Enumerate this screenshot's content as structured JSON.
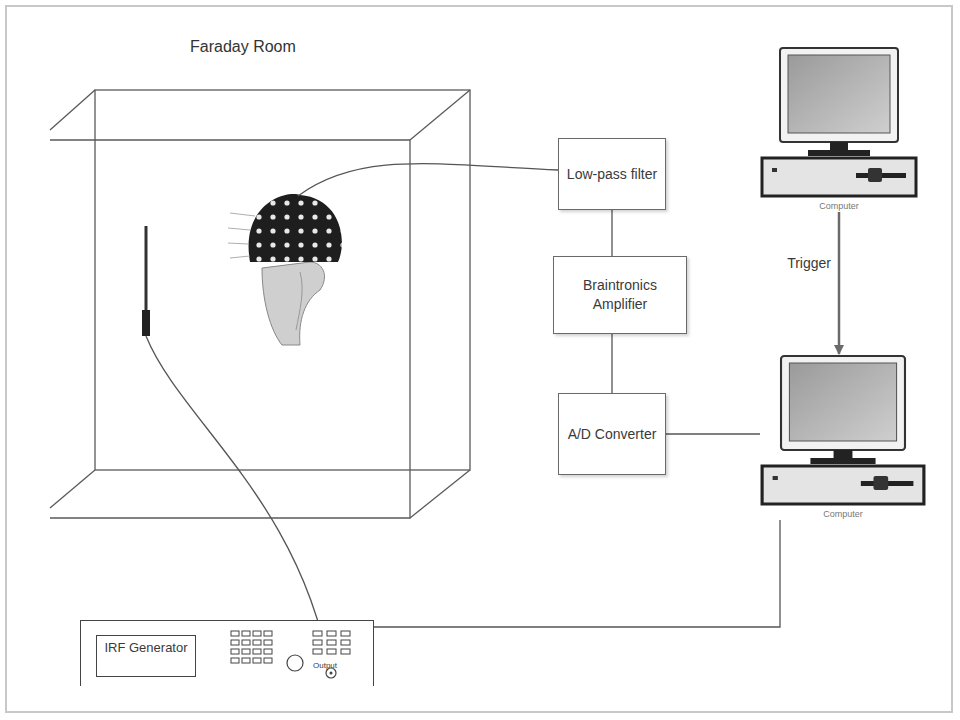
{
  "diagram": {
    "nodes": [
      {
        "text": [
          "Faraday Room"
        ]
      },
      {
        "text": [
          "Low-pass filter"
        ]
      },
      {
        "text": [
          "Braintronics Amplifier"
        ]
      },
      {
        "text": [
          "A/D Converter"
        ]
      },
      {
        "text": [
          "Computer"
        ]
      },
      {
        "text": [
          "Computer"
        ]
      },
      {
        "text": [
          "IRF Generator"
        ]
      }
    ],
    "edges": [
      {
        "from": 1,
        "to": 2,
        "arrow": "none"
      },
      {
        "from": 2,
        "to": 3,
        "arrow": "none"
      },
      {
        "from": 3,
        "to": 5,
        "arrow": "none"
      },
      {
        "from": 4,
        "to": 5,
        "label": "Trigger",
        "arrow": "to"
      },
      {
        "from": 5,
        "to": 6,
        "arrow": "none"
      }
    ],
    "labels": [
      "Output"
    ]
  }
}
